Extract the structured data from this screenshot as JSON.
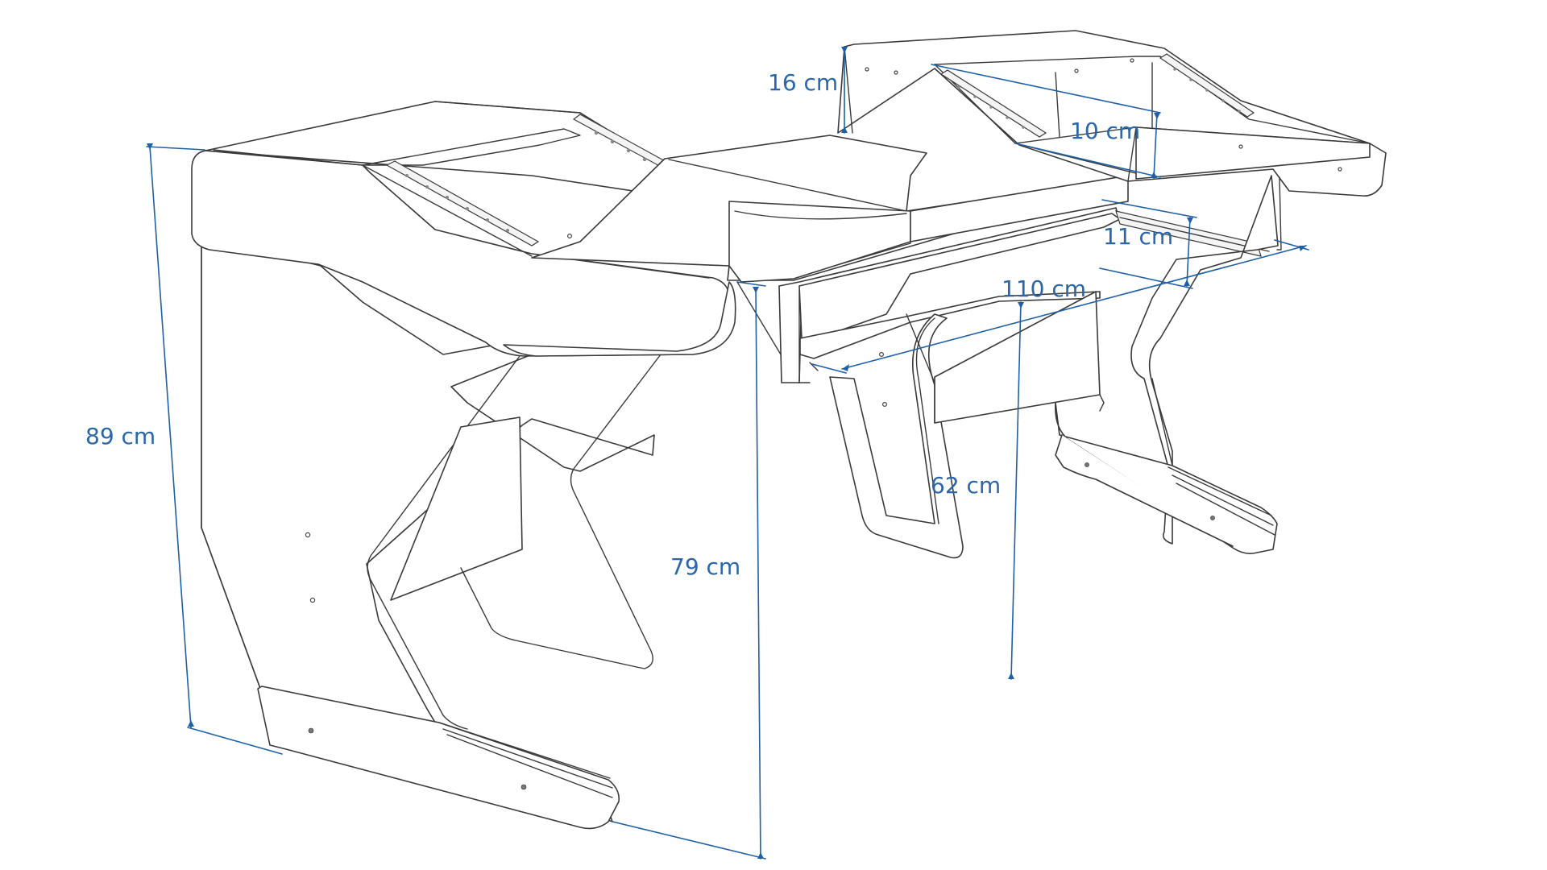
{
  "dimensions": {
    "height_total": "89 cm",
    "height_desk": "79 cm",
    "height_legroom": "62 cm",
    "width_shelf": "110 cm",
    "height_upper_shelf": "16 cm",
    "depth_upper_shelf": "10 cm",
    "drawer_height": "11 cm"
  },
  "colors": {
    "dimension": "#2a66a8",
    "outline": "#3a3a3a"
  }
}
